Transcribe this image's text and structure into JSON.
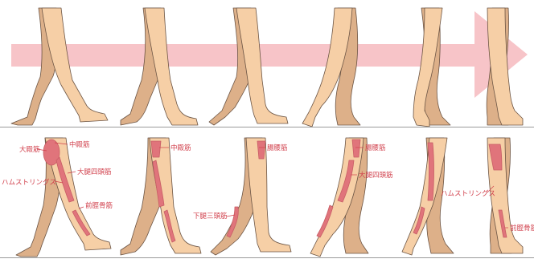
{
  "figure": {
    "colors": {
      "arrow": "#f7c4c8",
      "skin": "#f6cfa6",
      "skin_back": "#ddb089",
      "outline": "#6b5444",
      "muscle": "#e0747b",
      "label": "#d1404c",
      "ground": "#9a9a9a"
    },
    "phases_top": [
      {
        "name": "phase-1"
      },
      {
        "name": "phase-2"
      },
      {
        "name": "phase-3"
      },
      {
        "name": "phase-4"
      },
      {
        "name": "phase-5"
      },
      {
        "name": "phase-6"
      }
    ],
    "labels": {
      "gluteus_maximus": "大殿筋",
      "gluteus_medius": "中殿筋",
      "quadriceps": "大腿四頭筋",
      "hamstrings": "ハムストリングス",
      "tibialis_anterior": "前脛骨筋",
      "gluteus_medius_2": "中殿筋",
      "iliopsoas": "腸腰筋",
      "triceps_surae": "下腿三頭筋",
      "iliopsoas_2": "腸腰筋",
      "quadriceps_2": "大腿四頭筋",
      "hamstrings_2": "ハムストリングス",
      "tibialis_anterior_2": "前脛骨筋"
    }
  }
}
